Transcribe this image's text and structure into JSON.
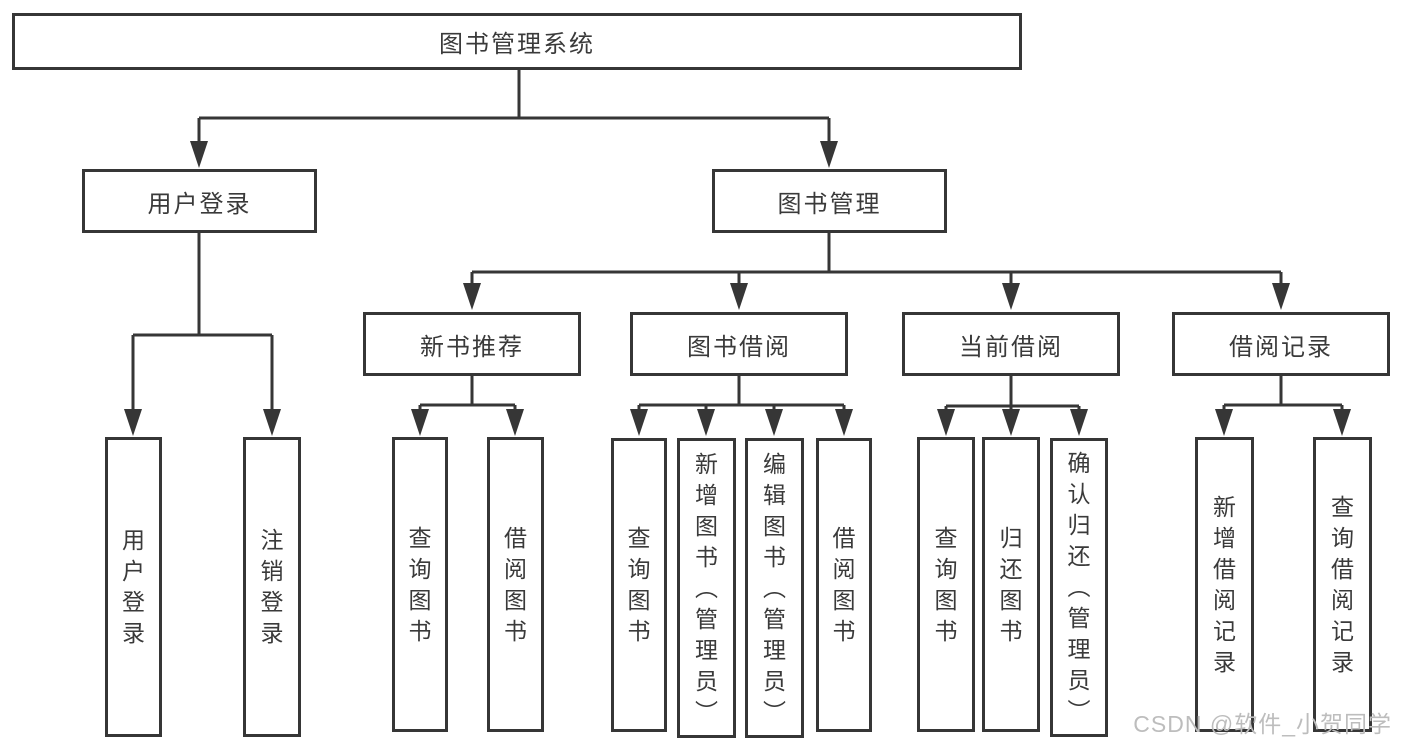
{
  "root": {
    "label": "图书管理系统"
  },
  "branches": {
    "login": {
      "label": "用户登录",
      "children": [
        {
          "label": "用户登录"
        },
        {
          "label": "注销登录"
        }
      ]
    },
    "mgmt": {
      "label": "图书管理",
      "sections": [
        {
          "label": "新书推荐",
          "children": [
            {
              "label": "查询图书"
            },
            {
              "label": "借阅图书"
            }
          ]
        },
        {
          "label": "图书借阅",
          "children": [
            {
              "label": "查询图书"
            },
            {
              "label": "新增图书（管理员）"
            },
            {
              "label": "编辑图书（管理员）"
            },
            {
              "label": "借阅图书"
            }
          ]
        },
        {
          "label": "当前借阅",
          "children": [
            {
              "label": "查询图书"
            },
            {
              "label": "归还图书"
            },
            {
              "label": "确认归还（管理员）"
            }
          ]
        },
        {
          "label": "借阅记录",
          "children": [
            {
              "label": "新增借阅记录"
            },
            {
              "label": "查询借阅记录"
            }
          ]
        }
      ]
    }
  },
  "watermark": {
    "text": "CSDN @软件_小贺同学"
  },
  "colors": {
    "line": "#363636",
    "text": "#3a3a3a",
    "watermark": "#bdbdbd",
    "background": "#ffffff"
  }
}
